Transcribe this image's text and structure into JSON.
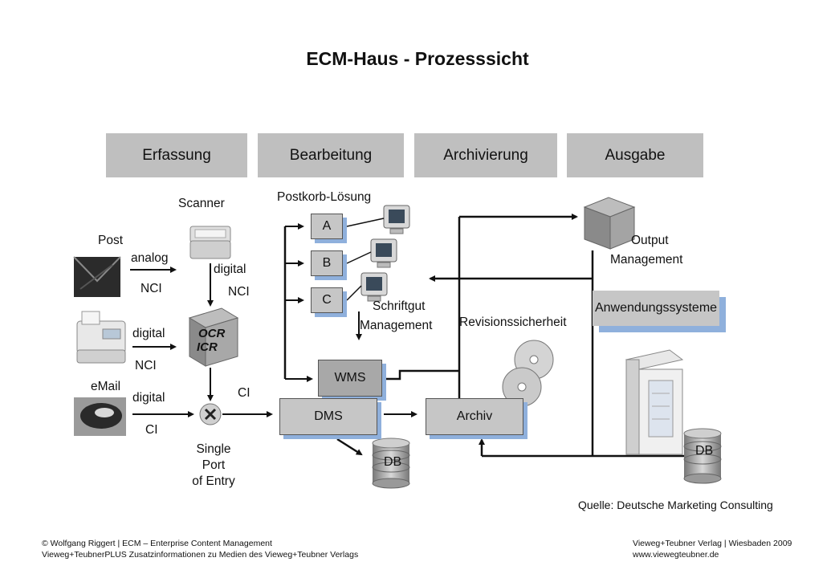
{
  "title": "ECM-Haus - Prozesssicht",
  "phases": [
    "Erfassung",
    "Bearbeitung",
    "Archivierung",
    "Ausgabe"
  ],
  "inputs": {
    "post": "Post",
    "analog": "analog",
    "nci_1": "NCI",
    "digital_fax": "digital",
    "nci_2": "NCI",
    "email": "eMail",
    "digital_mail": "digital",
    "ci_1": "CI"
  },
  "capture": {
    "scanner": "Scanner",
    "digital": "digital",
    "nci": "NCI",
    "ocr": "OCR",
    "icr": "ICR",
    "ci": "CI",
    "entry_line1": "Single",
    "entry_line2": "Port",
    "entry_line3": "of Entry"
  },
  "processing": {
    "postkorb": "Postkorb-Lösung",
    "queues": [
      "A",
      "B",
      "C"
    ],
    "schriftgut_line1": "Schriftgut",
    "schriftgut_line2": "Management",
    "wms": "WMS",
    "dms": "DMS",
    "db": "DB"
  },
  "archive": {
    "revision": "Revisionssicherheit",
    "archiv": "Archiv",
    "db": "DB"
  },
  "output": {
    "line1": "Output",
    "line2": "Management",
    "anwendung": "Anwendungssysteme"
  },
  "source": "Quelle: Deutsche Marketing Consulting",
  "footer": {
    "left_line1": "© Wolfgang Riggert | ECM – Enterprise Content Management",
    "left_line2": "Vieweg+TeubnerPLUS Zusatzinformationen zu Medien des Vieweg+Teubner Verlags",
    "right_line1": "Vieweg+Teubner Verlag | Wiesbaden 2009",
    "right_line2": "www.viewegteubner.de"
  },
  "colors": {
    "phase_bg": "#bfbfbf",
    "box_bg": "#c6c6c6",
    "shadow": "#8fb0dc"
  }
}
